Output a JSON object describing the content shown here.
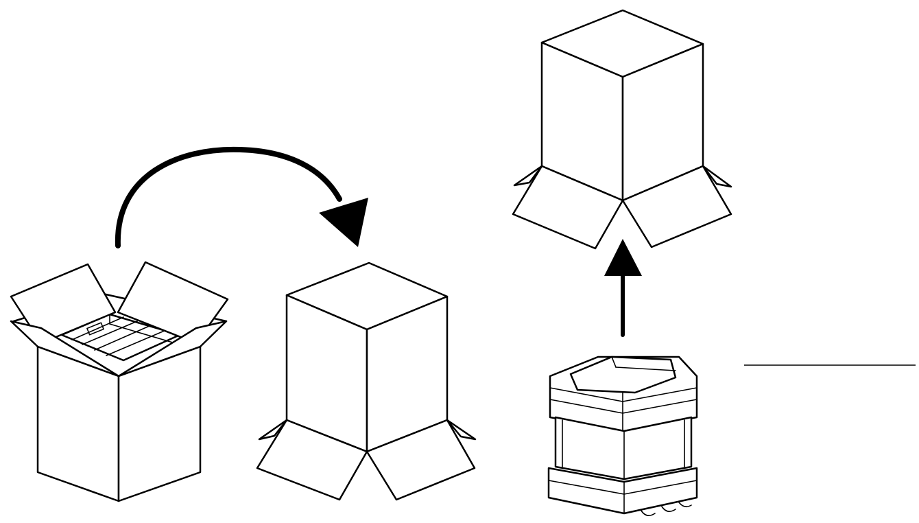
{
  "diagram": {
    "steps": [
      {
        "id": "open-box",
        "description_visible_text": ""
      },
      {
        "id": "flip-box",
        "description_visible_text": ""
      },
      {
        "id": "lift-box",
        "description_visible_text": ""
      }
    ],
    "colors": {
      "stroke": "#000000",
      "background": "#ffffff"
    },
    "icons": [
      "curved-arrow-icon",
      "up-arrow-icon"
    ]
  }
}
